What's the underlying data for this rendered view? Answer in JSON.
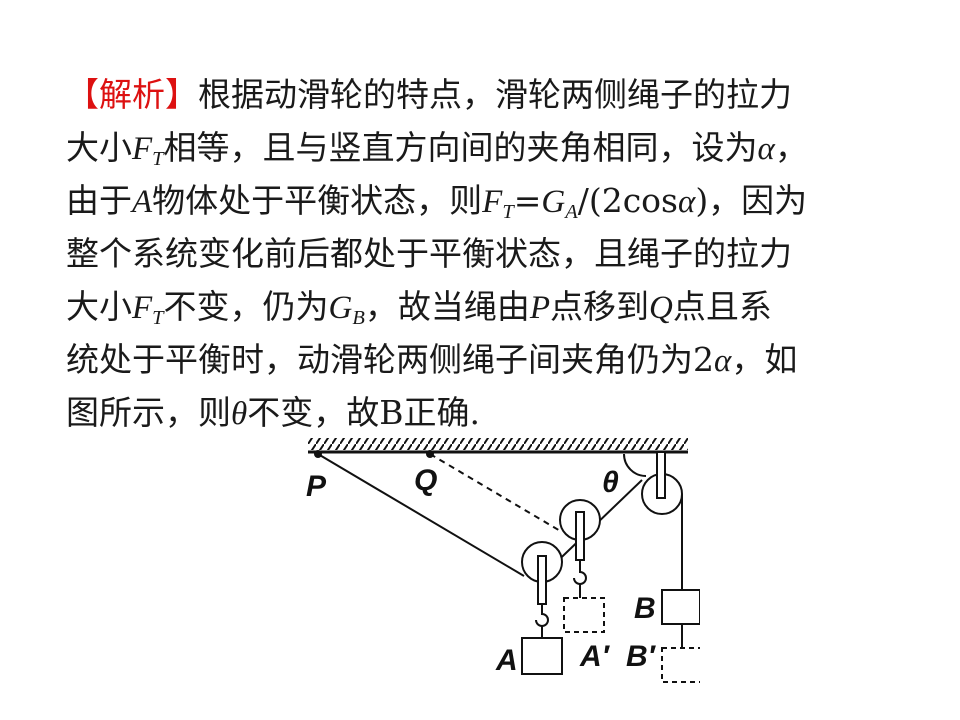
{
  "explanation": {
    "tag": "【解析】",
    "l1": "根据动滑轮的特点，滑轮两侧绳子的拉力",
    "l2a": "大小",
    "F": "F",
    "T": "T",
    "l2b": "相等，且与竖直方向间的夹角相同，设为",
    "alpha": "α",
    "comma": "，",
    "l3a": "由于",
    "A": "A",
    "l3b": "物体处于平衡状态，则",
    "eq": "=",
    "G": "G",
    "l3c": "/(2cos",
    "l3d": ")，因为",
    "l4": "整个系统变化前后都处于平衡状态，且绳子的拉力",
    "l5b": "不变，仍为",
    "B": "B",
    "l5c": "，故当绳由",
    "P": "P",
    "l5d": "点移到",
    "Q": "Q",
    "l5e": "点且系",
    "l6a": "统处于平衡时，动滑轮两侧绳子间夹角仍为2",
    "l6b": "，如",
    "l7a": "图所示，则",
    "theta": "θ",
    "l7b": "不变，故B正确."
  },
  "figure": {
    "label_P": "P",
    "label_Q": "Q",
    "label_theta": "θ",
    "label_A": "A",
    "label_A_prime": "A′",
    "label_B": "B",
    "label_B_prime": "B′"
  }
}
